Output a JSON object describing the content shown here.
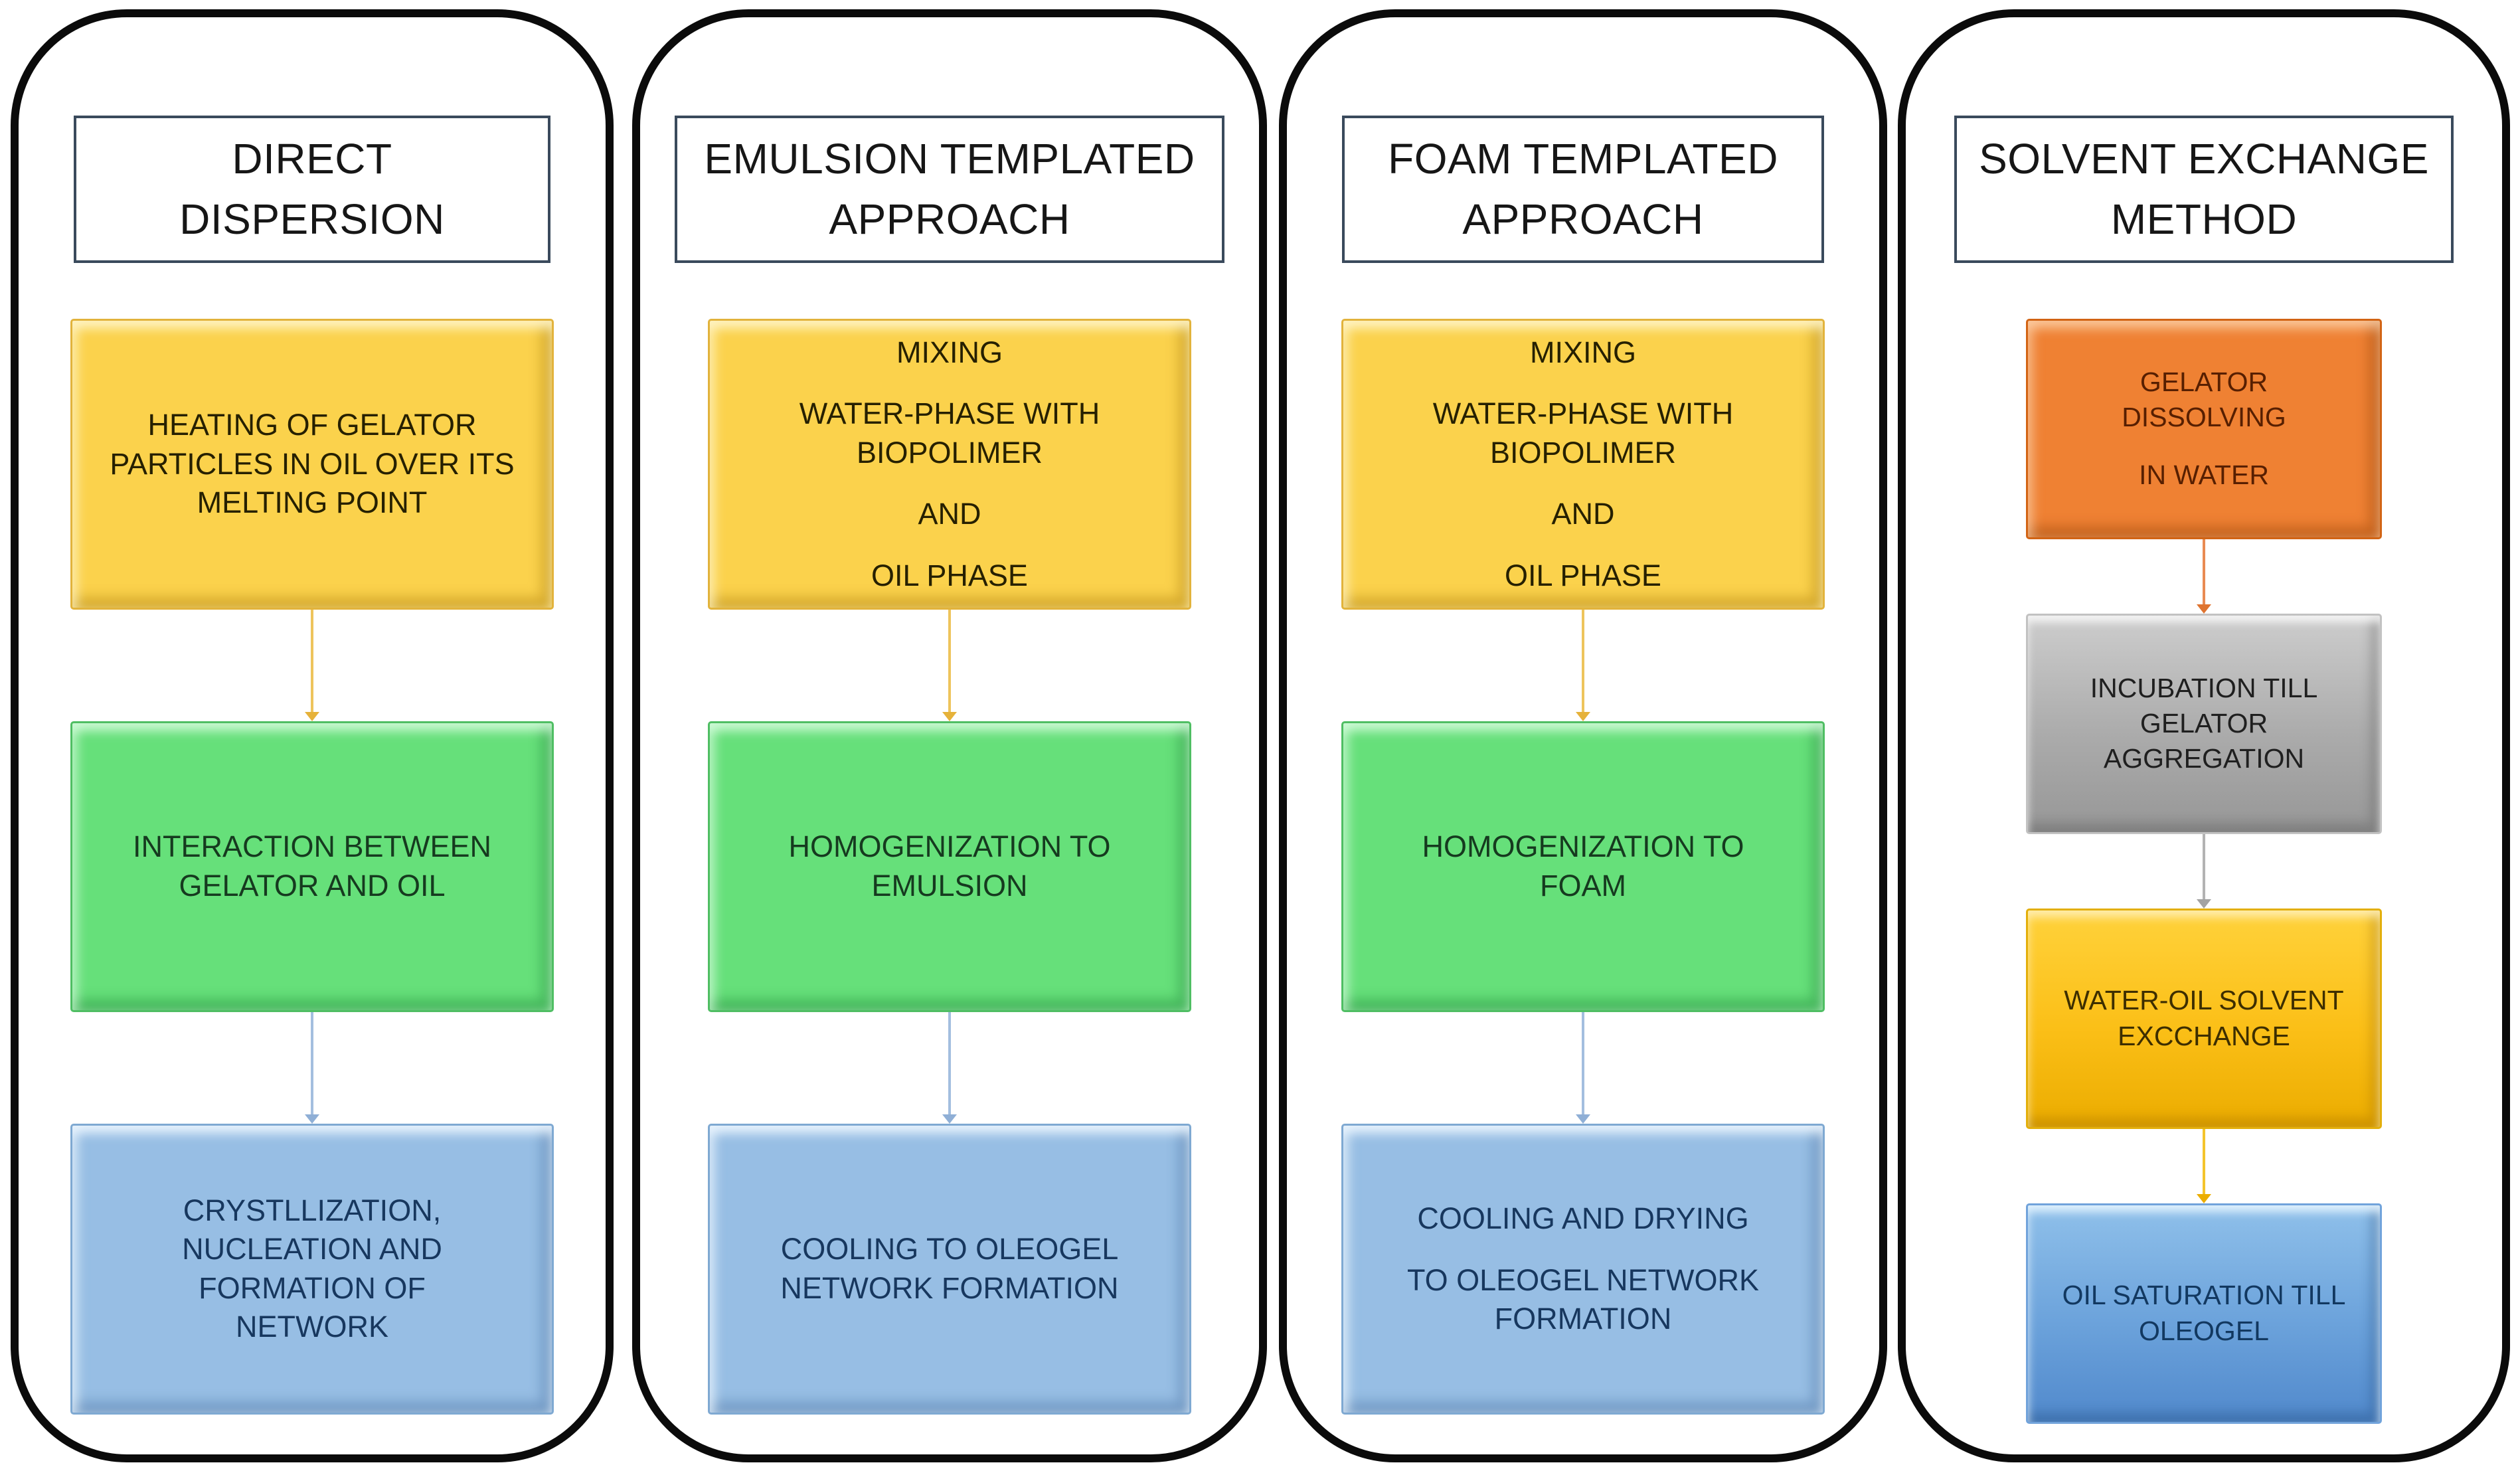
{
  "figure": {
    "type": "flowchart",
    "description": "Comparison of four oleogel preparation methods, each shown as a vertical flow of process steps"
  },
  "columns": [
    {
      "id": "direct-dispersion",
      "title_line1": "DIRECT",
      "title_line2": "DISPERSION",
      "steps": [
        {
          "color": "yellow",
          "lines": [
            "HEATING OF GELATOR PARTICLES IN OIL OVER ITS MELTING POINT"
          ]
        },
        {
          "color": "green",
          "lines": [
            "INTERACTION BETWEEN GELATOR AND OIL"
          ]
        },
        {
          "color": "blue",
          "lines": [
            "CRYSTLLIZATION, NUCLEATION AND FORMATION OF NETWORK"
          ]
        }
      ],
      "arrow_colors": [
        "#E6B23A",
        "#8FAFD6"
      ]
    },
    {
      "id": "emulsion-templated-approach",
      "title_line1": "EMULSION TEMPLATED",
      "title_line2": "APPROACH",
      "steps": [
        {
          "color": "yellow",
          "lines": [
            "MIXING",
            "WATER-PHASE WITH BIOPOLIMER",
            "AND",
            "OIL PHASE"
          ]
        },
        {
          "color": "green",
          "lines": [
            "HOMOGENIZATION TO EMULSION"
          ]
        },
        {
          "color": "blue",
          "lines": [
            "COOLING TO OLEOGEL NETWORK FORMATION"
          ]
        }
      ],
      "arrow_colors": [
        "#E6B23A",
        "#8FAFD6"
      ]
    },
    {
      "id": "foam-templated-approach",
      "title_line1": "FOAM TEMPLATED",
      "title_line2": "APPROACH",
      "steps": [
        {
          "color": "yellow",
          "lines": [
            "MIXING",
            "WATER-PHASE WITH BIOPOLIMER",
            "AND",
            "OIL PHASE"
          ]
        },
        {
          "color": "green",
          "lines": [
            "HOMOGENIZATION TO FOAM"
          ]
        },
        {
          "color": "blue",
          "lines": [
            "COOLING AND DRYING",
            "TO OLEOGEL NETWORK FORMATION"
          ]
        }
      ],
      "arrow_colors": [
        "#E6B23A",
        "#8FAFD6"
      ]
    },
    {
      "id": "solvent-exchange-method",
      "title_line1": "SOLVENT EXCHANGE",
      "title_line2": "METHOD",
      "steps": [
        {
          "color": "orange",
          "lines": [
            "GELATOR DISSOLVING",
            "IN WATER"
          ]
        },
        {
          "color": "gray",
          "lines": [
            "INCUBATION TILL GELATOR AGGREGATION"
          ]
        },
        {
          "color": "gold",
          "lines": [
            "WATER-OIL SOLVENT EXCCHANGE"
          ]
        },
        {
          "color": "steelblue",
          "lines": [
            "OIL SATURATION TILL OLEOGEL"
          ]
        }
      ],
      "arrow_colors": [
        "#DF7430",
        "#A3A3A3",
        "#EBAD00"
      ]
    }
  ],
  "palette": {
    "container_border": "#0B0B0B",
    "header_border": "#3A4A5C",
    "header_text": "#161616",
    "yellow_box": "#FBD24C",
    "green_box": "#66E07A",
    "blue_box": "#97BEE4",
    "orange_box": "#EF8133",
    "gray_box": "#ABABAB",
    "gold_box": "#FBBF17",
    "steel_blue_box": "#6BA2DB",
    "arrow_gold": "#E6B23A",
    "arrow_light_blue": "#8FAFD6",
    "arrow_orange": "#DF7430",
    "arrow_gray": "#A3A3A3",
    "text_navy": "#17375E",
    "text_dark_green": "#163A1F",
    "text_dark_brown": "#571F00"
  }
}
